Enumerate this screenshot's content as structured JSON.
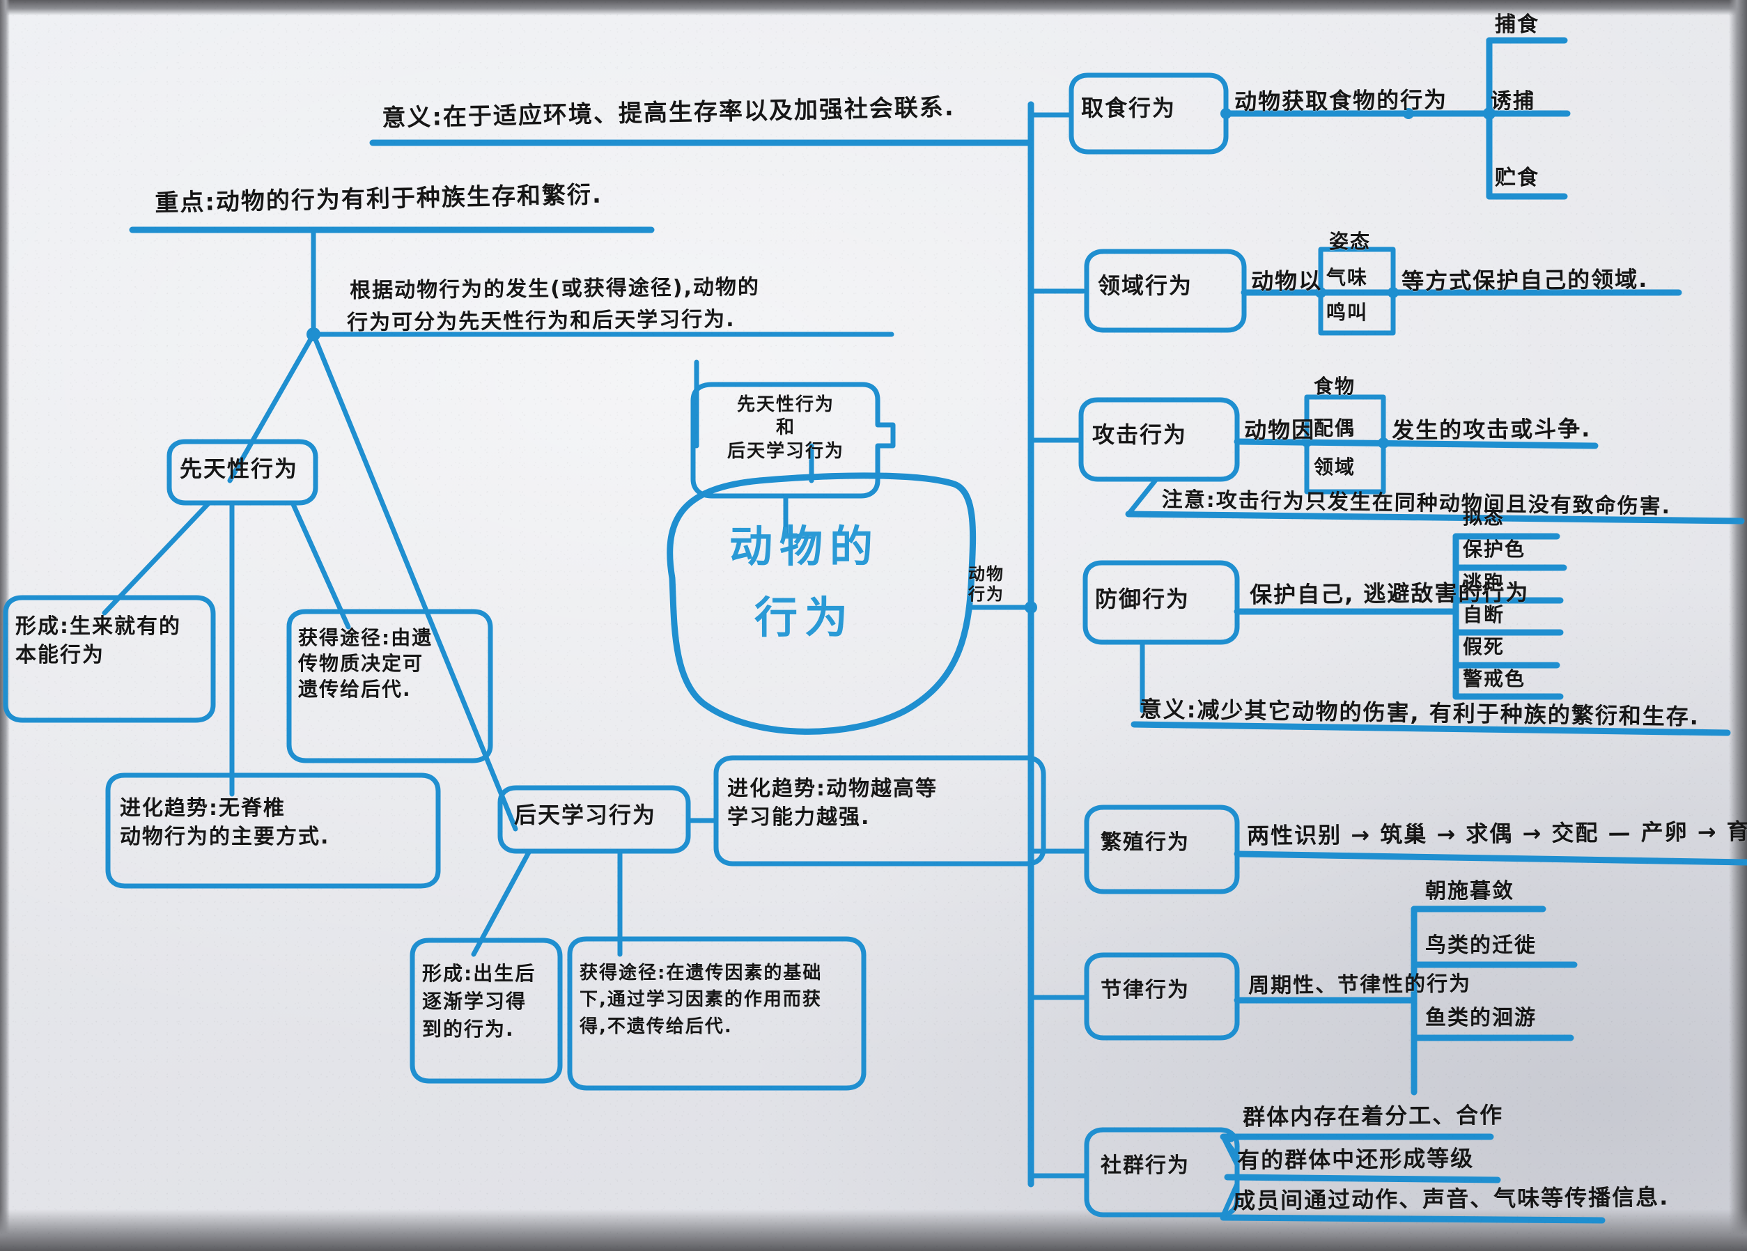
{
  "title": "动物的行为",
  "colors": {
    "ink_blue": "#1f8fd0",
    "ink_black": "#161616",
    "paper": "#e9eaee"
  },
  "center": {
    "line1": "动物的",
    "line2": "行为",
    "edge_label": "动物\n行为"
  },
  "left": {
    "meaning_note": "意义:在于适应环境、提高生存率以及加强社会联系.",
    "key_note": "重点:动物的行为有利于种族生存和繁衍.",
    "classify_note_line1": "根据动物行为的发生(或获得途径),动物的",
    "classify_note_line2": "行为可分为先天性行为和后天学习行为.",
    "branch_node": "先天性行为\n和\n后天学习行为",
    "innate": {
      "label": "先天性行为",
      "formation": "形成:生来就有的\n本能行为",
      "acquisition": "获得途径:由遗\n传物质决定可\n遗传给后代.",
      "evolution": "进化趋势:无脊椎\n动物行为的主要方式."
    },
    "learned": {
      "label": "后天学习行为",
      "evolution": "进化趋势:动物越高等\n学习能力越强.",
      "formation": "形成:出生后\n逐渐学习得\n到的行为.",
      "acquisition": "获得途径:在遗传因素的基础\n下,通过学习因素的作用而获\n得,不遗传给后代."
    }
  },
  "right_branches": [
    {
      "label": "取食行为",
      "description": "动物获取食物的行为",
      "sub_items": [
        "捕食",
        "诱捕",
        "贮食"
      ],
      "sub_layout": "stack-right"
    },
    {
      "label": "领域行为",
      "desc_before": "动物以",
      "boxed_items": [
        "姿态",
        "气味",
        "鸣叫"
      ],
      "desc_after": "等方式保护自己的领域."
    },
    {
      "label": "攻击行为",
      "desc_before": "动物因",
      "boxed_items": [
        "食物",
        "配偶",
        "领域"
      ],
      "desc_after": "发生的攻击或斗争.",
      "note": "注意:攻击行为只发生在同种动物间且没有致命伤害."
    },
    {
      "label": "防御行为",
      "description": "保护自己, 逃避敌害的行为",
      "sub_items": [
        "拟态",
        "保护色",
        "逃跑",
        "自断",
        "假死",
        "警戒色"
      ],
      "note": "意义:减少其它动物的伤害, 有利于种族的繁衍和生存."
    },
    {
      "label": "繁殖行为",
      "description": "两性识别 → 筑巢 → 求偶 → 交配 — 产卵 → 育雏"
    },
    {
      "label": "节律行为",
      "description": "周期性、节律性的行为",
      "sub_items": [
        "朝施暮敛",
        "鸟类的迁徙",
        "鱼类的洄游"
      ]
    },
    {
      "label": "社群行为",
      "sub_items": [
        "群体内存在着分工、合作",
        "有的群体中还形成等级",
        "成员间通过动作、声音、气味等传播信息."
      ]
    }
  ]
}
